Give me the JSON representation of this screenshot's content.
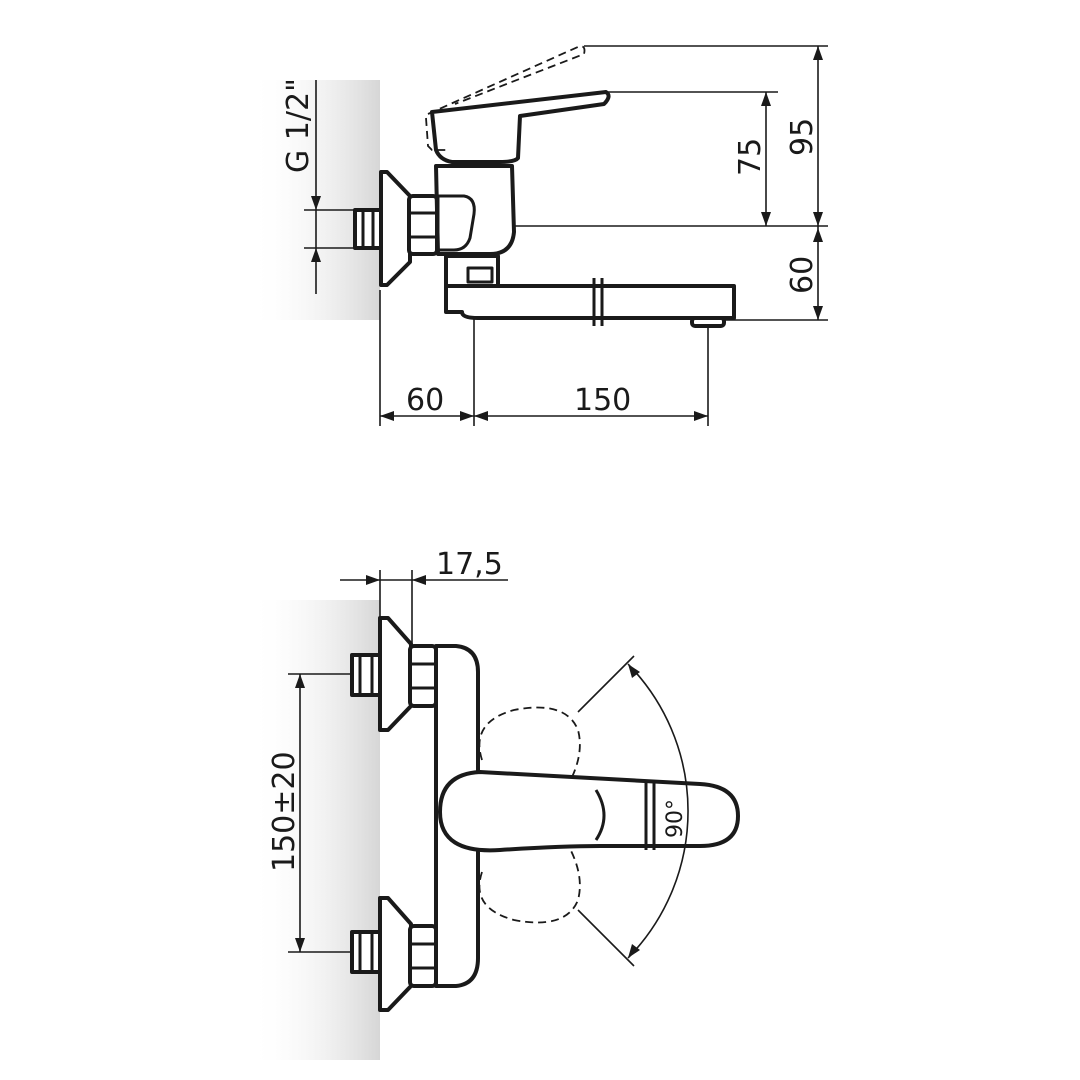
{
  "side_view": {
    "thread_label": "G 1/2\"",
    "dim_handle_height": "75",
    "dim_total_height": "95",
    "dim_spout_height": "60",
    "dim_wall_offset": "60",
    "dim_spout_reach": "150"
  },
  "front_view": {
    "dim_flange": "17,5",
    "dim_centers": "150±20",
    "rotation_angle": "90°"
  },
  "colors": {
    "line": "#1a1a1a",
    "wall_shade": "#d9d9d9",
    "background": "#ffffff"
  }
}
